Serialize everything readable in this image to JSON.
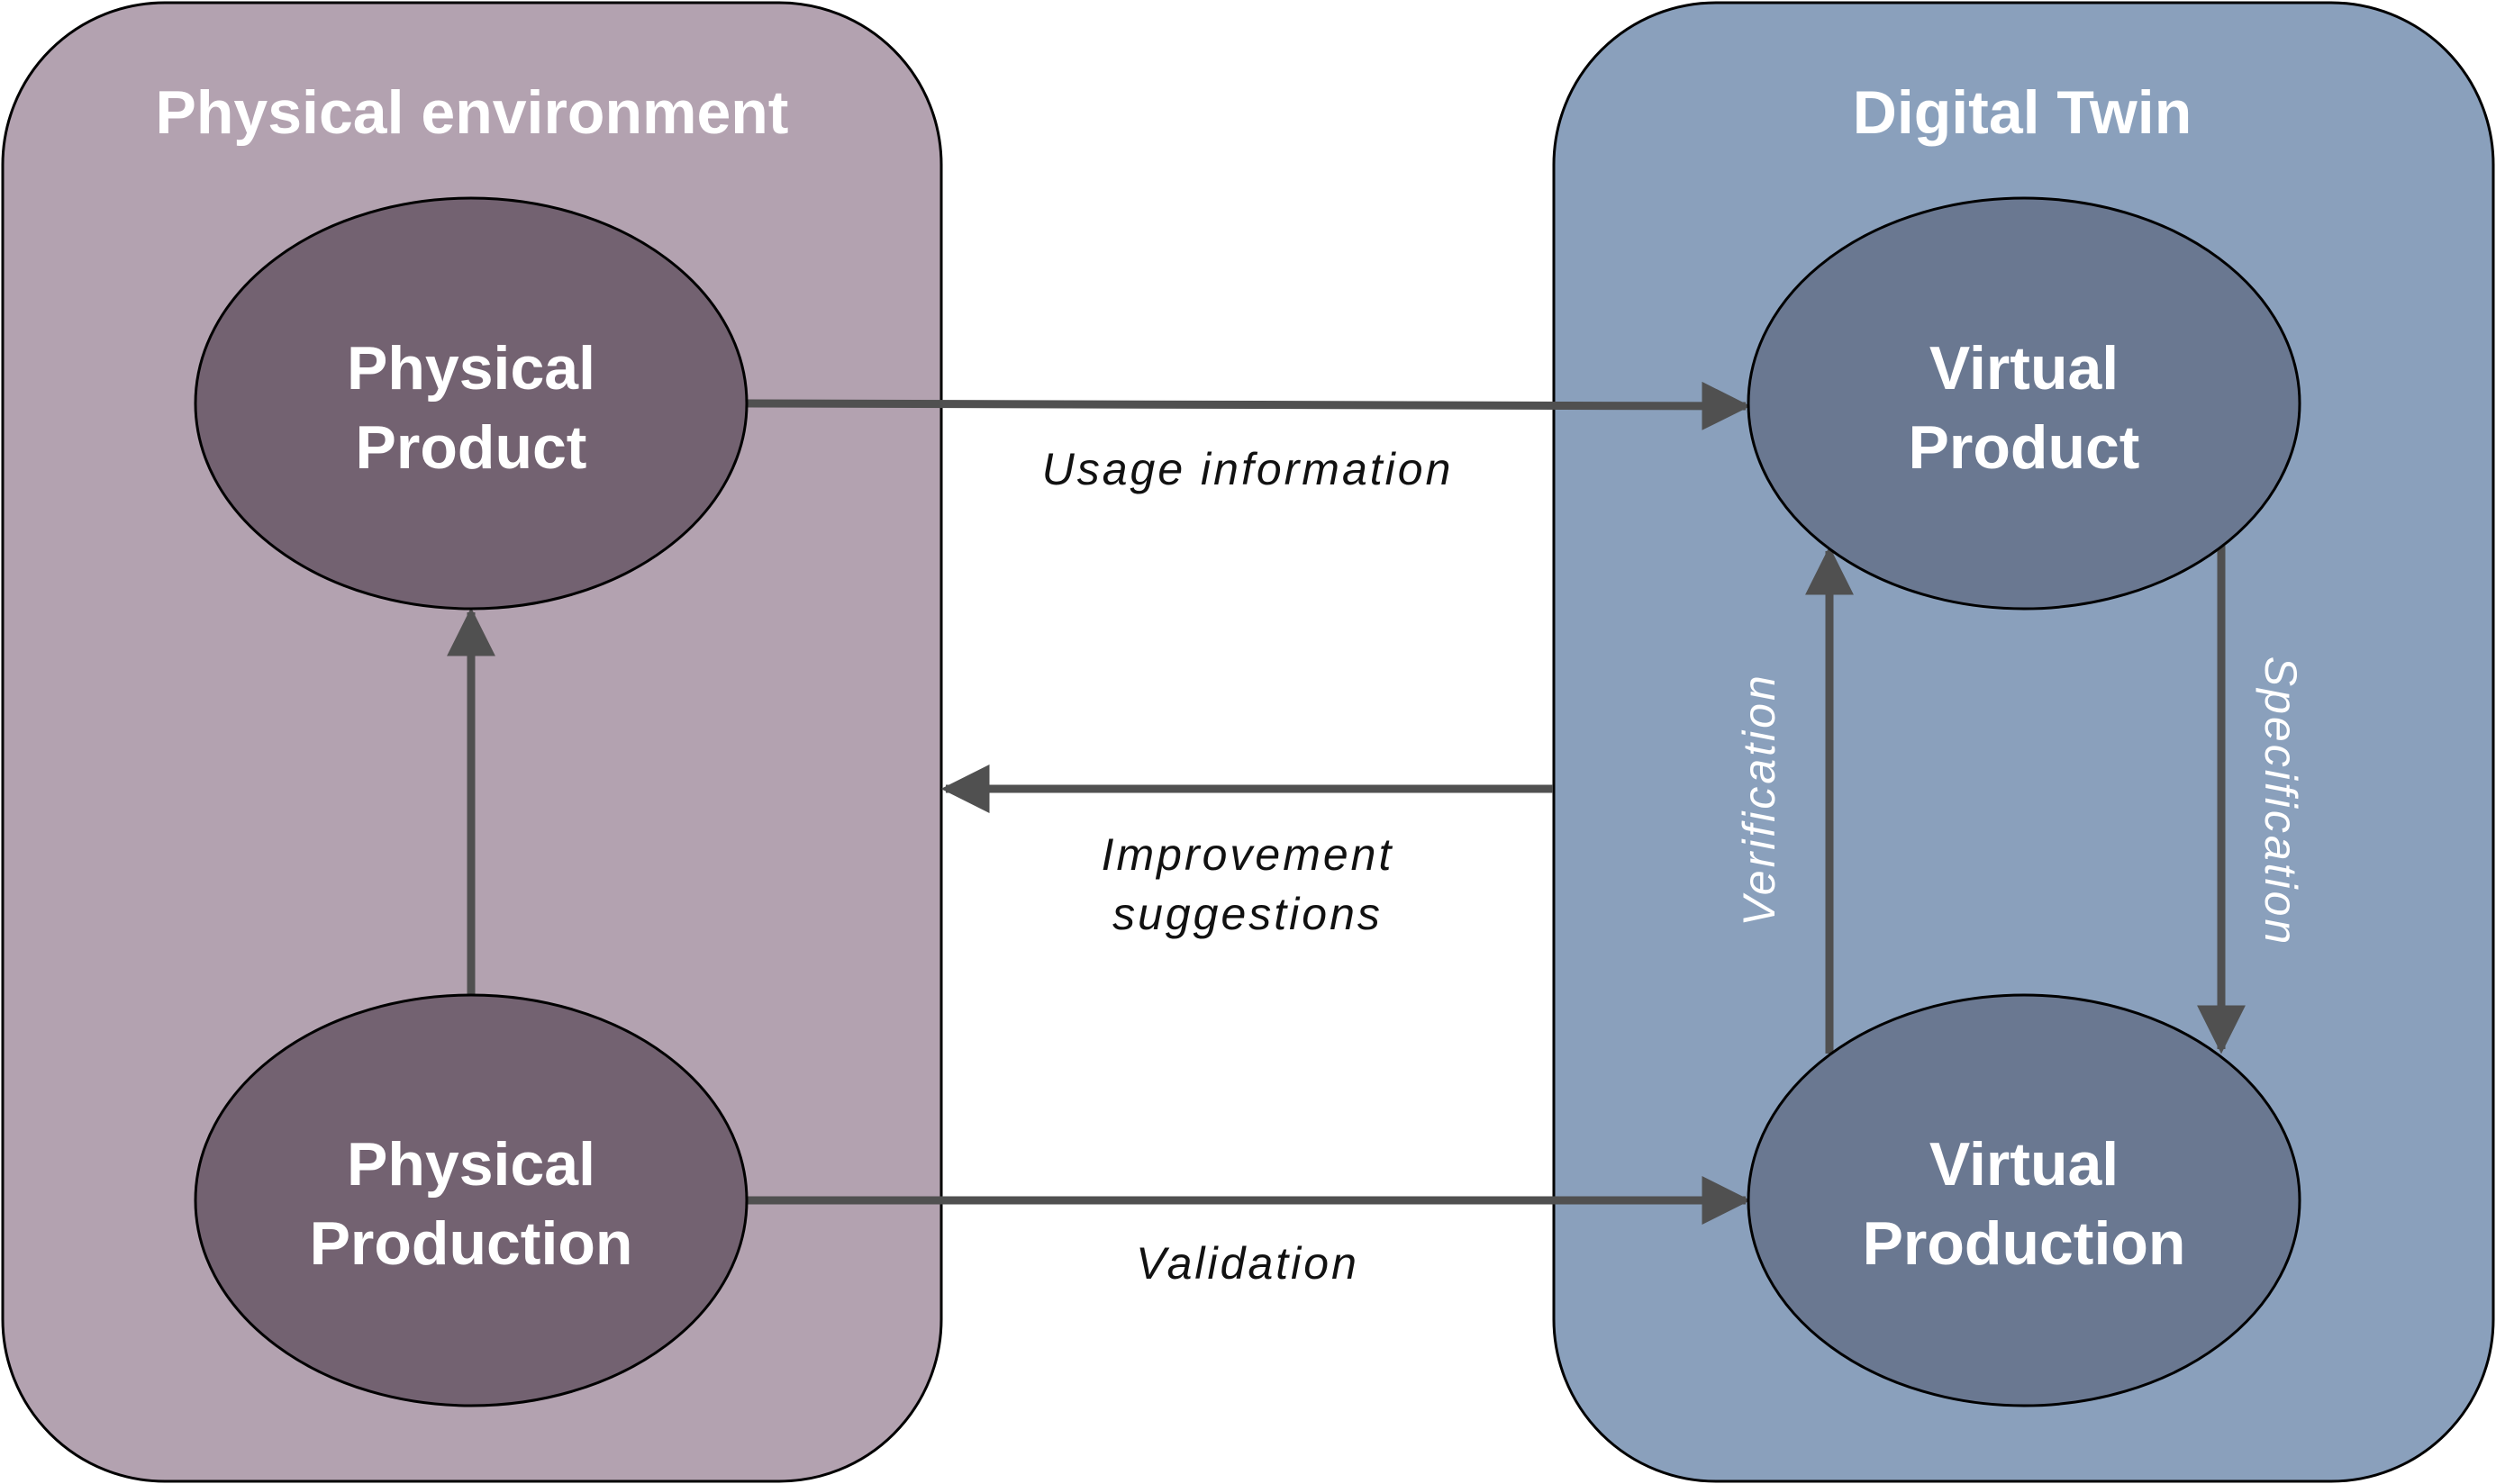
{
  "colors": {
    "physical_panel": "#b3a2b0",
    "physical_node": "#736271",
    "digital_panel": "#8aa0bc",
    "digital_node": "#6a7891",
    "arrow": "#505050",
    "outline": "#000000"
  },
  "panels": {
    "physical": {
      "title": "Physical environment"
    },
    "digital": {
      "title": "Digital Twin"
    }
  },
  "nodes": {
    "physical_product": {
      "line1": "Physical",
      "line2": "Product"
    },
    "physical_production": {
      "line1": "Physical",
      "line2": "Production"
    },
    "virtual_product": {
      "line1": "Virtual",
      "line2": "Product"
    },
    "virtual_production": {
      "line1": "Virtual",
      "line2": "Production"
    }
  },
  "edges": {
    "usage_information": "Usage information",
    "improvement_suggestions_1": "Improvement",
    "improvement_suggestions_2": "suggestions",
    "validation": "Validation",
    "verification": "Verification",
    "specification": "Specification"
  }
}
